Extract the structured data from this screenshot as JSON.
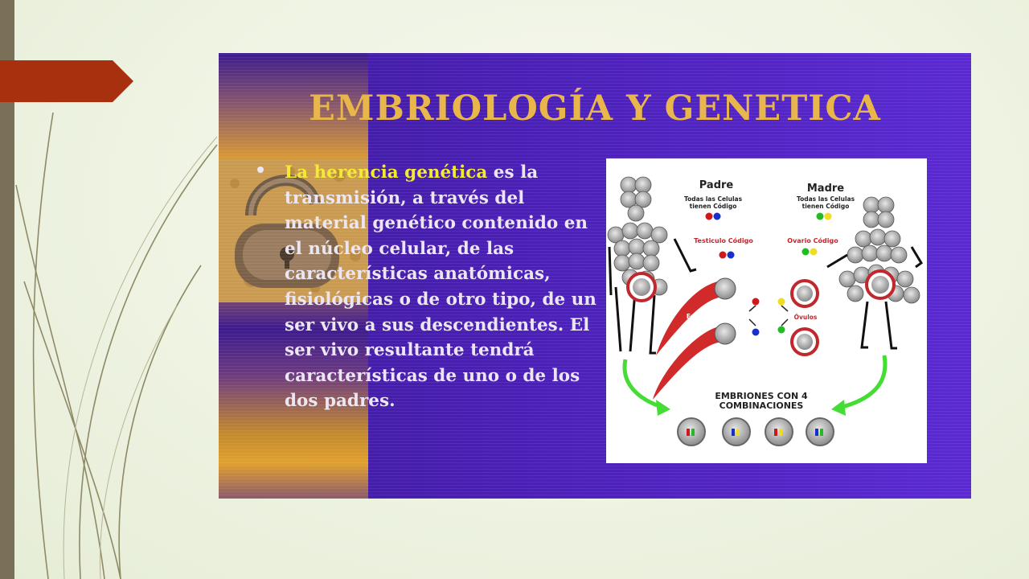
{
  "slide": {
    "title": "EMBRIOLOGÍA Y GENETICA",
    "bullet_highlight": "La herencia genética",
    "bullet_rest": " es la transmisión, a través del material genético contenido en el núcleo celular, de las características anatómicas, fisiológicas o de otro tipo, de un ser vivo a sus descendientes. El ser vivo resultante tendrá características de uno o de los dos padres."
  },
  "diagram": {
    "padre": "Padre",
    "madre": "Madre",
    "todas_celulas_padre": "Todas las Celulas tienen Código",
    "todas_celulas_madre": "Todas las Celulas tienen Código",
    "testiculo": "Testiculo Código",
    "ovario": "Ovario Código",
    "espermatozoides": "Espermatozoides",
    "ovulos": "Óvulos",
    "embriones": "EMBRIONES CON 4 COMBINACIONES"
  },
  "colors": {
    "accent_red": "#a8300f",
    "title_gold": "#e8b64a",
    "highlight_yellow": "#f2ea34",
    "slide_purple": "#4a20b4",
    "arrow_green": "#44dd33"
  }
}
